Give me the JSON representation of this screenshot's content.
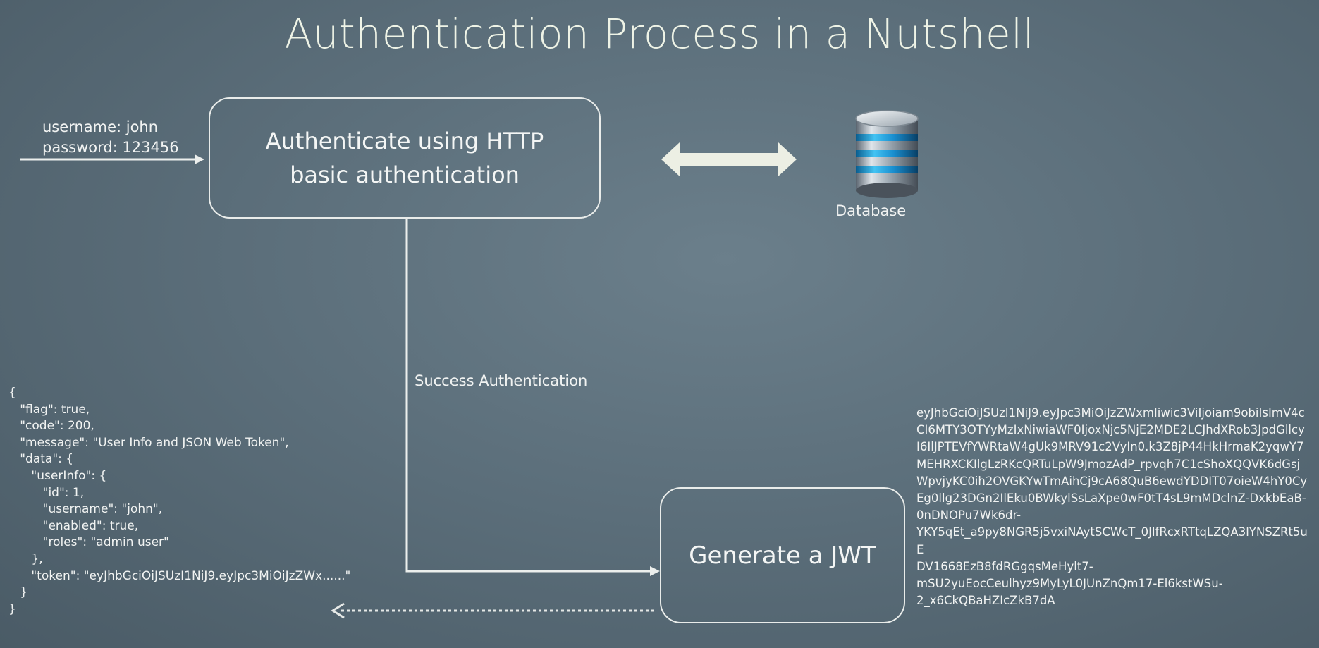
{
  "title": "Authentication Process in a Nutshell",
  "credentials": {
    "username": "username: john",
    "password": "password: 123456"
  },
  "nodes": {
    "auth": "Authenticate using HTTP basic authentication",
    "database": "Database",
    "jwt": "Generate a JWT"
  },
  "edge_label": "Success Authentication",
  "response_json": "{\n   \"flag\": true,\n   \"code\": 200,\n   \"message\": \"User Info and JSON Web Token\",\n   \"data\": {\n      \"userInfo\": {\n         \"id\": 1,\n         \"username\": \"john\",\n         \"enabled\": true,\n         \"roles\": \"admin user\"\n      },\n      \"token\": \"eyJhbGciOiJSUzI1NiJ9.eyJpc3MiOiJzZWx......\"\n   }\n}",
  "jwt_token": "eyJhbGciOiJSUzI1NiJ9.eyJpc3MiOiJzZWxmIiwic3ViIjoiam9obiIsImV4c\nCI6MTY3OTYyMzIxNiwiaWF0IjoxNjc5NjE2MDE2LCJhdXRob3JpdGllcy\nI6IlJPTEVfYWRtaW4gUk9MRV91c2VyIn0.k3Z8jP44HkHrmaK2yqwY7\nMEHRXCKIlgLzRKcQRTuLpW9JmozAdP_rpvqh7C1cShoXQQVK6dGsj\nWpvjyKC0ih2OVGKYwTmAihCj9cA68QuB6ewdYDDIT07oieW4hY0Cy\nEg0llg23DGn2IlEku0BWkylSsLaXpe0wF0tT4sL9mMDclnZ-DxkbEaB-\n0nDNOPu7Wk6dr-\nYKY5qEt_a9py8NGR5j5vxiNAytSCWcT_0JlfRcxRTtqLZQA3lYNSZRt5uE\nDV1668EzB8fdRGgqsMeHylt7-\nmSU2yuEocCeulhyz9MyLyL0JUnZnQm17-El6kstWSu-\n2_x6CkQBaHZIcZkB7dA"
}
